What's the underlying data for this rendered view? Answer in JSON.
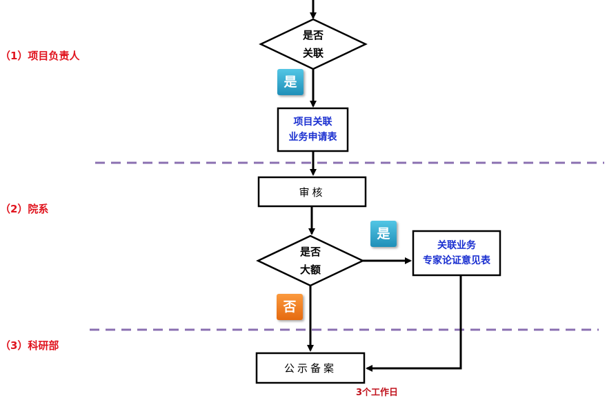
{
  "lanes": [
    {
      "label": "（1）项目负责人"
    },
    {
      "label": "（2）院系"
    },
    {
      "label": "（3）科研部"
    }
  ],
  "nodes": {
    "decision_related": {
      "line1": "是否",
      "line2": "关联"
    },
    "application_form": {
      "line1": "项目关联",
      "line2": "业务申请表"
    },
    "review": {
      "label": "审核"
    },
    "decision_large": {
      "line1": "是否",
      "line2": "大额"
    },
    "expert_form": {
      "line1": "关联业务",
      "line2": "专家论证意见表"
    },
    "publicity": {
      "label": "公示备案"
    }
  },
  "badges": {
    "yes_1": "是",
    "yes_2": "是",
    "no_1": "否"
  },
  "note": "3个工作日",
  "colors": {
    "lane_label": "#e0141e",
    "blue_text": "#1a2fd0",
    "divider": "#8a6fb0",
    "badge_yes": "#2ba3cc",
    "badge_no": "#f0821f"
  }
}
